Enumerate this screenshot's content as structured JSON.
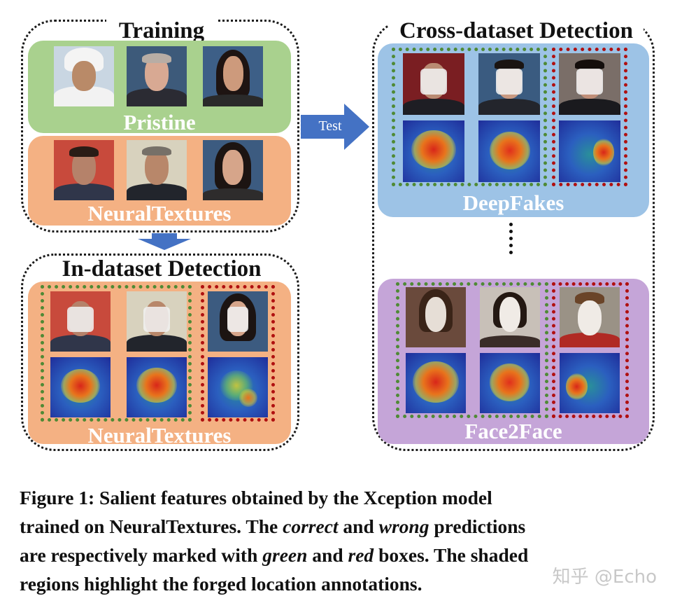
{
  "training": {
    "title": "Training",
    "pristine_label": "Pristine",
    "neural_label": "NeuralTextures"
  },
  "in_dataset": {
    "title": "In-dataset Detection",
    "label": "NeuralTextures"
  },
  "cross_dataset": {
    "title": "Cross-dataset Detection",
    "deepfakes_label": "DeepFakes",
    "face2face_label": "Face2Face"
  },
  "arrow": {
    "test_label": "Test"
  },
  "caption": {
    "line1": "Figure 1: Salient features obtained by the Xception model",
    "line2_a": "trained on NeuralTextures. The ",
    "line2_correct": "correct",
    "line2_b": " and ",
    "line2_wrong": "wrong",
    "line2_c": " predictions",
    "line3_a": "are respectively marked with ",
    "line3_green": "green",
    "line3_b": " and ",
    "line3_red": "red",
    "line3_c": " boxes. The shaded",
    "line4": "regions highlight the forged location annotations."
  },
  "watermark": "知乎 @Echo",
  "colors": {
    "pristine_panel": "#a9d18e",
    "neural_panel": "#f4b183",
    "deepfakes_panel": "#9dc3e6",
    "face2face_panel": "#c5a5d8",
    "arrow": "#4472c4",
    "correct_box": "#4f8a35",
    "wrong_box": "#b01010"
  }
}
